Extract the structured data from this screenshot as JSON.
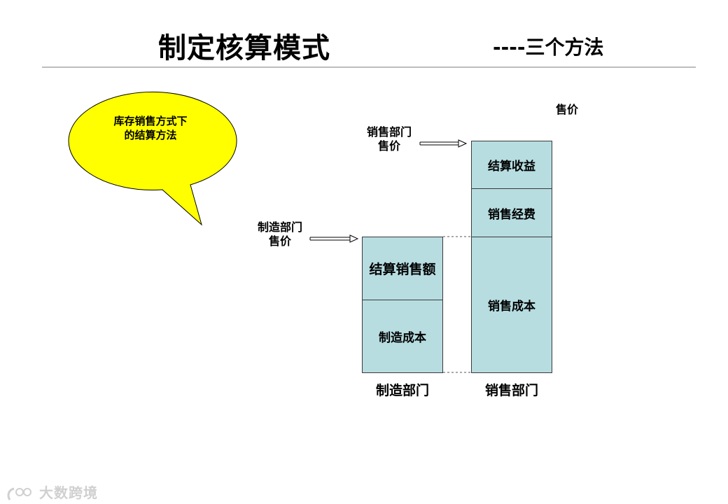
{
  "header": {
    "title": "制定核算模式",
    "subtitle": "----三个方法"
  },
  "bubble": {
    "text_line1": "库存销售方式下",
    "text_line2": "的结算方法",
    "fill_color": "#ffff00"
  },
  "labels": {
    "mfg_price_line1": "制造部门",
    "mfg_price_line2": "售价",
    "sales_price_line1": "销售部门",
    "sales_price_line2": "售价",
    "top_price": "售价"
  },
  "columns": {
    "manufacturing": {
      "name": "制造部门",
      "segments": [
        "结算销售额",
        "制造成本"
      ]
    },
    "sales": {
      "name": "销售部门",
      "segments": [
        "结算收益",
        "销售经费",
        "销售成本"
      ]
    }
  },
  "colors": {
    "box_fill": "#b7dde1",
    "box_border": "#3a3a3a"
  },
  "watermark": {
    "text": "大数跨境"
  }
}
